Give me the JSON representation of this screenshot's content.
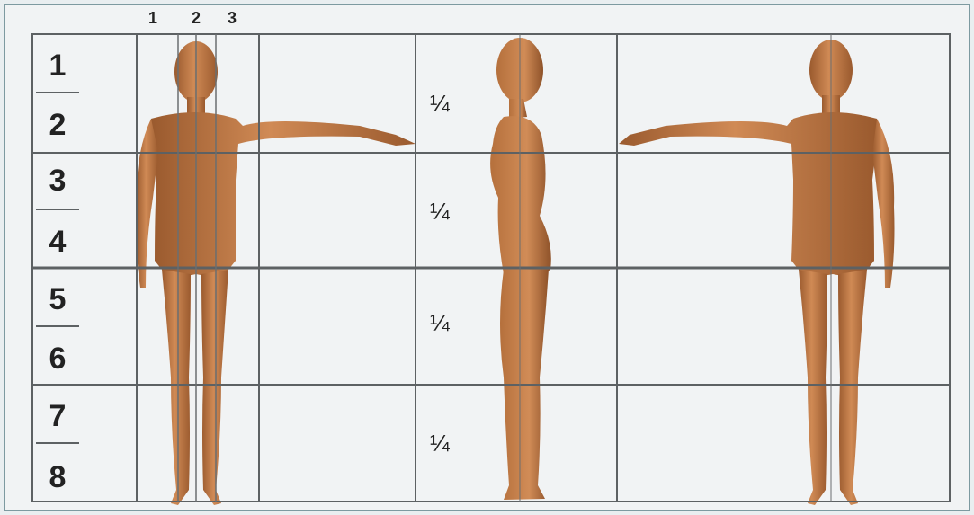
{
  "column_markers": [
    "1",
    "2",
    "3"
  ],
  "head_units": [
    "1",
    "2",
    "3",
    "4",
    "5",
    "6",
    "7",
    "8"
  ],
  "quarter_labels": [
    "¼",
    "¼",
    "¼",
    "¼"
  ],
  "colors": {
    "skin": "#c47a45",
    "skin_shadow": "#9a5a2e",
    "grid": "#5d6163",
    "background": "#f1f3f4",
    "frame": "#7d9aa0"
  }
}
